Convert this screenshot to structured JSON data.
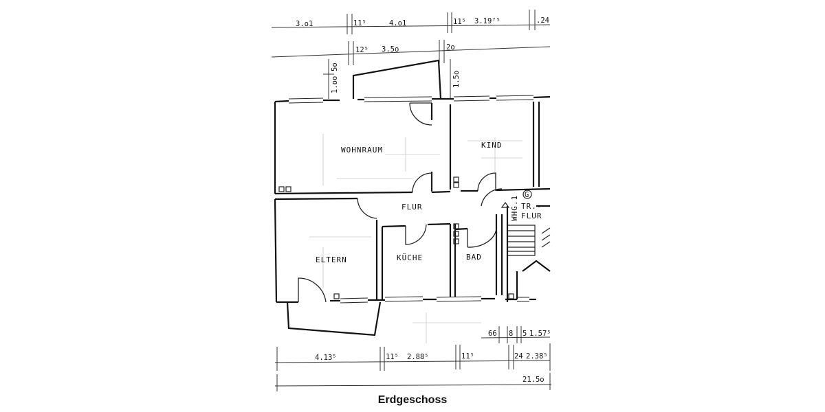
{
  "caption": "Erdgeschoss",
  "rooms": {
    "wohnraum": "WOHNRAUM",
    "kind": "KIND",
    "flur": "FLUR",
    "eltern": "ELTERN",
    "kueche": "KÜCHE",
    "bad": "BAD",
    "tr_flur_line1": "TR.-",
    "tr_flur_line2": "FLUR",
    "whg": "WHG.1"
  },
  "dims_top_row1": [
    "3.o1",
    "11⁵",
    "4.o1",
    "11⁵",
    "3.19⁷⁵",
    ".24"
  ],
  "dims_top_row2": [
    "12⁵",
    "3.5o",
    "2o"
  ],
  "dims_vertical": [
    "5o",
    "1.oo",
    "1.5o"
  ],
  "dims_bottom_row1": [
    "66",
    "8",
    "5",
    "1.57⁵"
  ],
  "dims_bottom_row2": [
    "4.13⁵",
    "11⁵",
    "2.88⁵",
    "11⁵",
    "24",
    "2.38⁵"
  ],
  "dims_bottom_total": "21.5o",
  "marker": "G"
}
